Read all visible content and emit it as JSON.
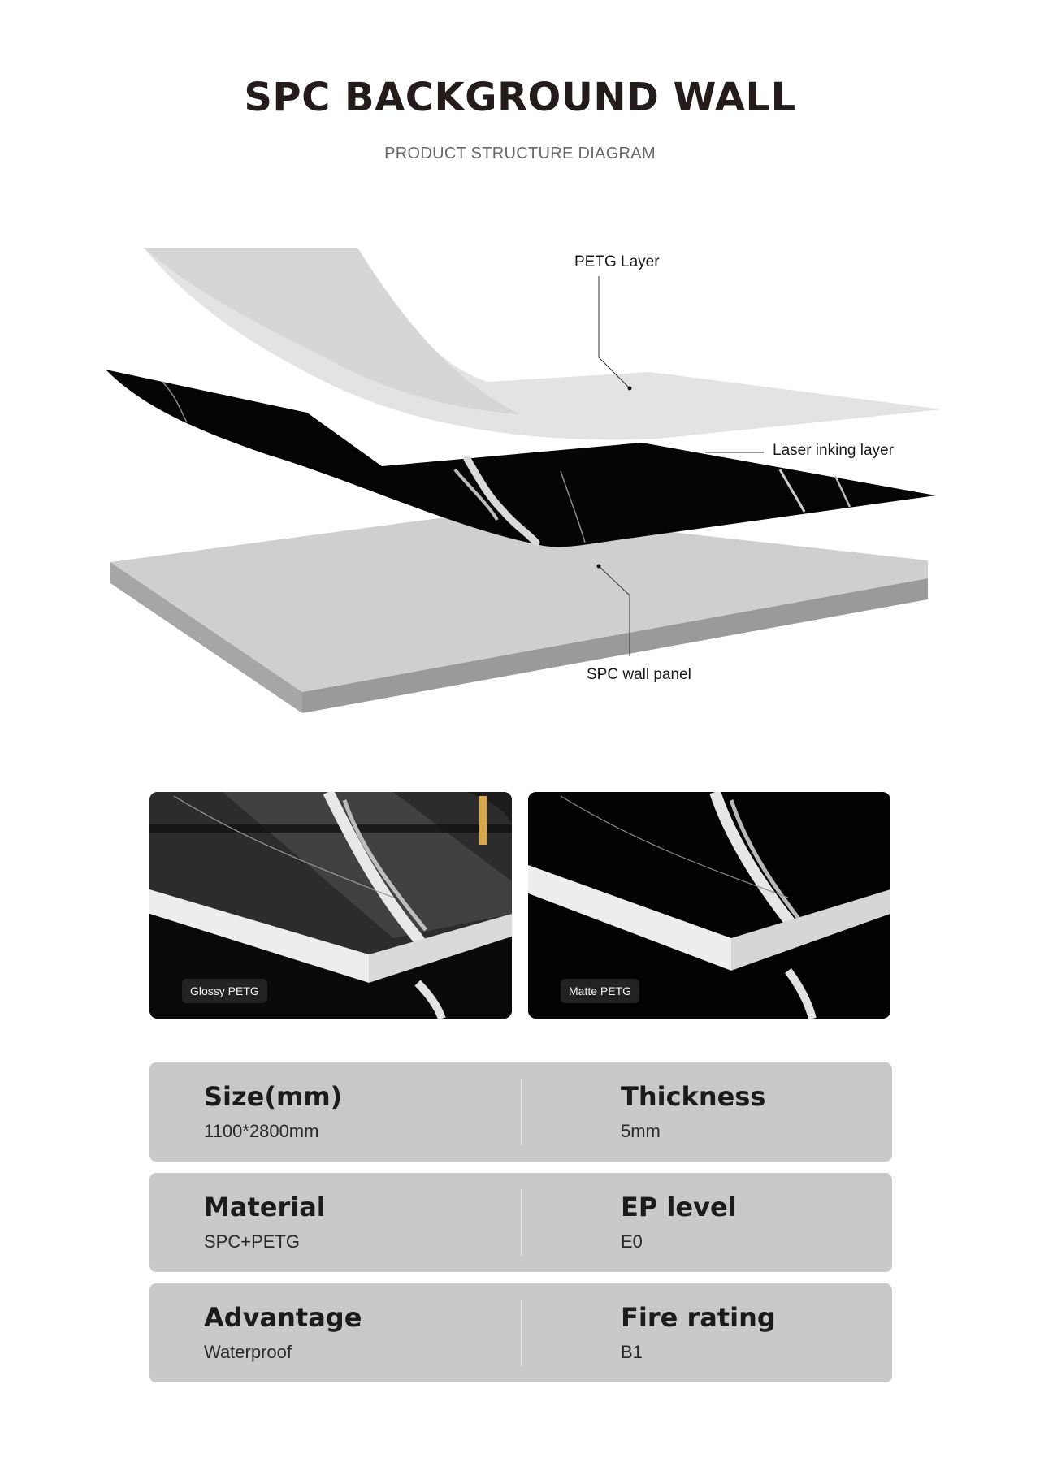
{
  "header": {
    "title": "SPC BACKGROUND WALL",
    "subtitle": "PRODUCT STRUCTURE DIAGRAM"
  },
  "diagram": {
    "layers": [
      {
        "id": "petg",
        "label": "PETG Layer"
      },
      {
        "id": "laser",
        "label": "Laser inking layer"
      },
      {
        "id": "spc",
        "label": "SPC wall panel"
      }
    ],
    "colors": {
      "petg": "#e2e2e2",
      "petg_shadow": "#d4d4d4",
      "laser": "#050505",
      "vein": "#d8d8d8",
      "panel_top": "#cfcfcf",
      "panel_side": "#9d9d9d",
      "panel_front": "#a9a9a9"
    }
  },
  "samples": [
    {
      "label": "Glossy PETG"
    },
    {
      "label": "Matte PETG"
    }
  ],
  "specs": [
    {
      "left": {
        "label": "Size(mm)",
        "value": "1100*2800mm"
      },
      "right": {
        "label": "Thickness",
        "value": "5mm"
      }
    },
    {
      "left": {
        "label": "Material",
        "value": "SPC+PETG"
      },
      "right": {
        "label": "EP level",
        "value": "E0"
      }
    },
    {
      "left": {
        "label": "Advantage",
        "value": "Waterproof"
      },
      "right": {
        "label": "Fire rating",
        "value": "B1"
      }
    }
  ]
}
